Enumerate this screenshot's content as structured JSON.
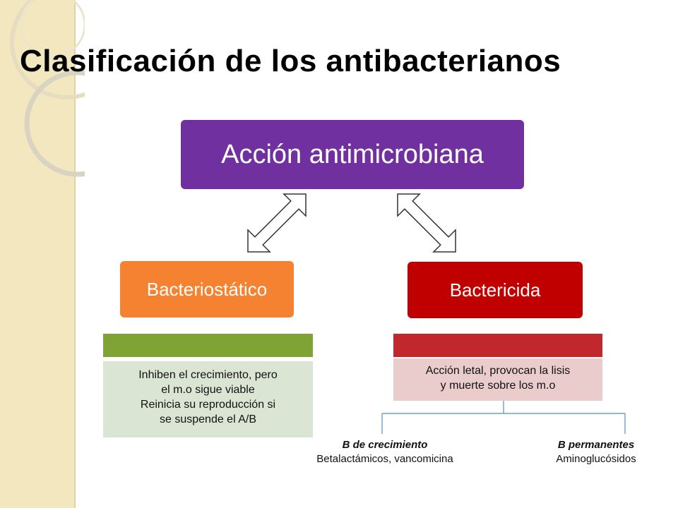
{
  "title": "Clasificación de los antibacterianos",
  "root": {
    "label": "Acción antimicrobiana",
    "color": "#7030a0"
  },
  "left": {
    "label": "Bacteriostático",
    "color": "#f58230",
    "bar_color": "#7fa435",
    "description": [
      "Inhiben el crecimiento, pero",
      "el m.o sigue viable",
      "Reinicia su reproducción  si",
      "se suspende el A/B"
    ]
  },
  "right": {
    "label": "Bactericida",
    "color": "#c00000",
    "bar_color": "#c0282e",
    "description": [
      "Acción letal, provocan la lisis",
      "y muerte  sobre los m.o"
    ],
    "subtypes": [
      {
        "heading": "B de crecimiento",
        "examples": "Betalactámicos, vancomicina"
      },
      {
        "heading": "B permanentes",
        "examples": "Aminoglucósidos"
      }
    ]
  }
}
